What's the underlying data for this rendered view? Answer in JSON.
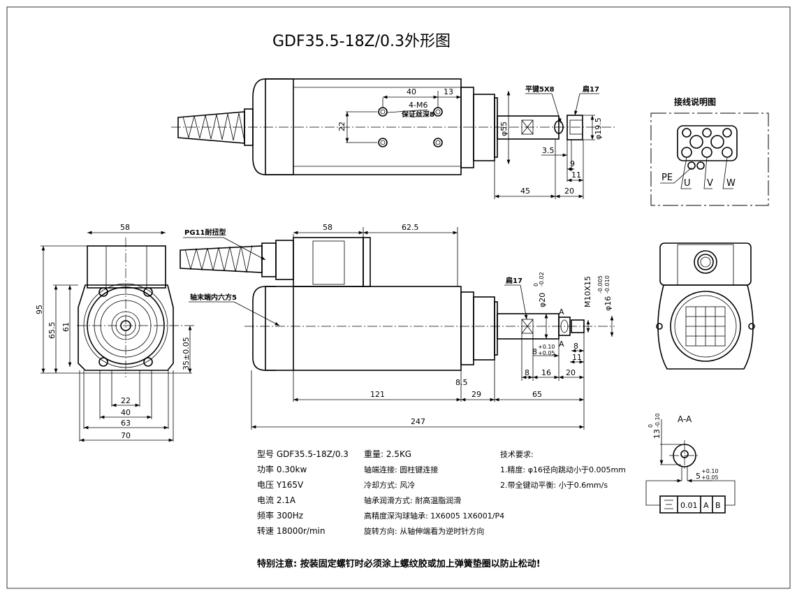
{
  "title": "GDF35.5-18Z/0.3外形图",
  "top_view": {
    "dims": {
      "d40": "40",
      "d13": "13",
      "d22": "22",
      "d55": "φ55",
      "d19_5": "φ19.5",
      "d3_5": "3.5",
      "d9": "9",
      "d11": "11",
      "d45": "45",
      "d20": "20"
    },
    "labels": {
      "holes_1": "4-M6",
      "holes_2": "保证丝深8",
      "key": "平键5X8",
      "flat": "扁17"
    }
  },
  "wiring": {
    "title": "接线说明图",
    "terminals": [
      "PE",
      "U",
      "V",
      "W"
    ]
  },
  "front_view": {
    "dims": {
      "d58": "58",
      "d95": "95",
      "d65_5": "65.5",
      "d61": "61",
      "d35": "35±0.05",
      "d22": "22",
      "d40": "40",
      "d63": "63",
      "d70": "70"
    }
  },
  "side_view": {
    "labels": {
      "gland": "PG11耐扭型",
      "hex": "轴末端内六方5",
      "flat": "扁17",
      "sectionA": "A"
    },
    "dims": {
      "d58": "58",
      "d62_5": "62.5",
      "d20": "φ20",
      "d20_tol_up": "0",
      "d20_tol_lo": "-0.02",
      "m10": "M10X15",
      "d16": "φ16",
      "d16_tol_up": "-0.005",
      "d16_tol_lo": "-0.010",
      "d8k": "8",
      "d8k_up": "+0.10",
      "d8k_lo": "+0.05",
      "d8a": "8",
      "d11": "11",
      "d8b": "8",
      "d16l": "16",
      "d20l": "20",
      "d8_5": "8.5",
      "d121": "121",
      "d29": "29",
      "d65": "65",
      "d247": "247"
    }
  },
  "section_aa": {
    "title": "A-A",
    "d13": "13",
    "d13_up": "0",
    "d13_lo": "-0.10",
    "d5": "5",
    "d5_up": "+0.10",
    "d5_lo": "+0.05",
    "tolerance_frame": [
      "0.01",
      "A",
      "B"
    ]
  },
  "specs": {
    "col1": [
      "型号 GDF35.5-18Z/0.3",
      "功率 0.30kw",
      "电压 Y165V",
      "电流 2.1A",
      "频率 300Hz",
      "转速 18000r/min"
    ],
    "col2": [
      "重量: 2.5KG",
      "轴端连接: 圆柱键连接",
      "冷却方式: 风冷",
      "轴承润滑方式: 耐高温脂润滑",
      "高精度深沟球轴承: 1X6005 1X6001/P4",
      "旋转方向: 从轴伸端看为逆时针方向"
    ],
    "col3": [
      "技术要求:",
      "1.精度: φ16径向跳动小于0.005mm",
      "2.带全键动平衡: 小于0.6mm/s"
    ]
  },
  "note": "特别注意: 按装固定螺钉时必须涂上螺纹胶或加上弹簧垫圈以防止松动!"
}
